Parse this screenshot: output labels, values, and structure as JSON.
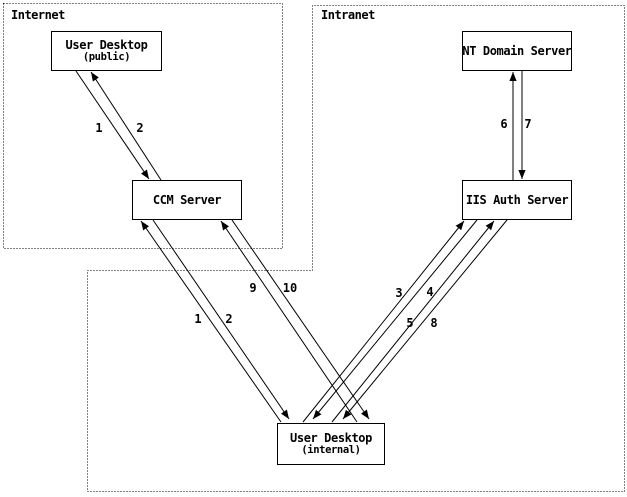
{
  "zones": {
    "internet": {
      "label": "Internet"
    },
    "intranet": {
      "label": "Intranet"
    }
  },
  "nodes": {
    "user_desktop_public": {
      "title": "User Desktop",
      "subtitle": "(public)"
    },
    "ccm_server": {
      "title": "CCM Server"
    },
    "nt_domain_server": {
      "title": "NT Domain Server"
    },
    "iis_auth_server": {
      "title": "IIS Auth Server"
    },
    "user_desktop_internal": {
      "title": "User Desktop",
      "subtitle": "(internal)"
    }
  },
  "arrow_labels": {
    "step1_public": "1",
    "step2_public": "2",
    "step1_internal": "1",
    "step2_internal": "2",
    "step3": "3",
    "step4": "4",
    "step5": "5",
    "step6": "6",
    "step7": "7",
    "step8": "8",
    "step9": "9",
    "step10": "10"
  },
  "colors": {
    "line": "#000000",
    "background": "#ffffff"
  }
}
